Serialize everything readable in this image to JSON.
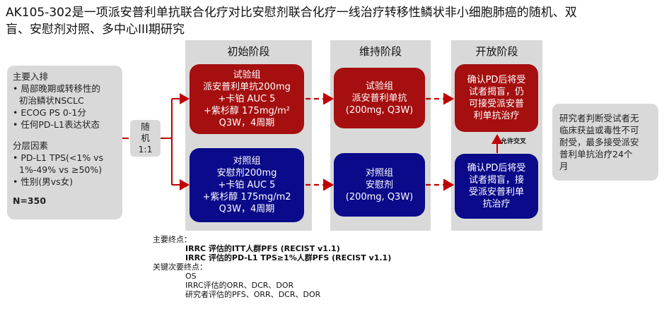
{
  "title": {
    "line1": "AK105-302是一项派安普利单抗联合化疗对比安慰剂联合化疗一线治疗转移性鳞状非小细胞肺癌的随机、双",
    "line2": "盲、安慰剂对照、多中心III期研究"
  },
  "phases": {
    "initial": "初始阶段",
    "maintenance": "维持阶段",
    "open": "开放阶段"
  },
  "inclusion": {
    "heading": "主要入排",
    "items": [
      "局部晚期或转移性的",
      "初治鳞状NSCLC",
      "ECOG PS 0-1分",
      "任何PD-L1表达状态"
    ],
    "strat_heading": "分层因素",
    "strat_items": [
      "PD-L1  TPS(<1%  vs",
      "1%-49% vs ≥50%)",
      "性别(男vs女)"
    ],
    "n": "N=350"
  },
  "randomization": {
    "line1": "随",
    "line2": "机",
    "line3": "1:1"
  },
  "arms": {
    "experimental_initial": [
      "试验组",
      "派安普利单抗200mg",
      "+卡铂 AUC 5",
      "+紫杉醇 175mg/m²",
      "Q3W，4周期"
    ],
    "control_initial": [
      "对照组",
      "安慰剂200mg",
      "+卡铂 AUC 5",
      "+紫杉醇 175mg/m2",
      "Q3W，4周期"
    ],
    "experimental_maint": [
      "试验组",
      "派安普利单抗",
      "(200mg, Q3W)"
    ],
    "control_maint": [
      "对照组",
      "安慰剂",
      "(200mg, Q3W)"
    ],
    "experimental_open": [
      "确认PD后将受",
      "试者揭盲，仍",
      "可接受派安普",
      "利单抗治疗"
    ],
    "control_open": [
      "确认PD后将受",
      "试者揭盲，接",
      "受派安普利单",
      "抗治疗"
    ]
  },
  "crossover_label": "允许交叉",
  "investigator_note": [
    "研究者判断受试者无",
    "临床获益或毒性不可",
    "耐受，最多接受派安",
    "普利单抗治疗24个",
    "月"
  ],
  "endpoints": {
    "primary_heading": "主要终点：",
    "primary_items": [
      "IRRC 评估的ITT人群PFS  (RECIST v1.1)",
      "IRRC 评估的PD-L1 TPS≥1%人群PFS  (RECIST v1.1)"
    ],
    "secondary_heading": "关键次要终点：",
    "secondary_items": [
      "OS",
      "IRRC评估的ORR、DCR、DOR",
      "研究者评估的PFS、ORR、DCR、DOR"
    ]
  },
  "colors": {
    "red": "#a50f0f",
    "blue": "#0a0a8a",
    "grey": "#d9d9d9"
  }
}
